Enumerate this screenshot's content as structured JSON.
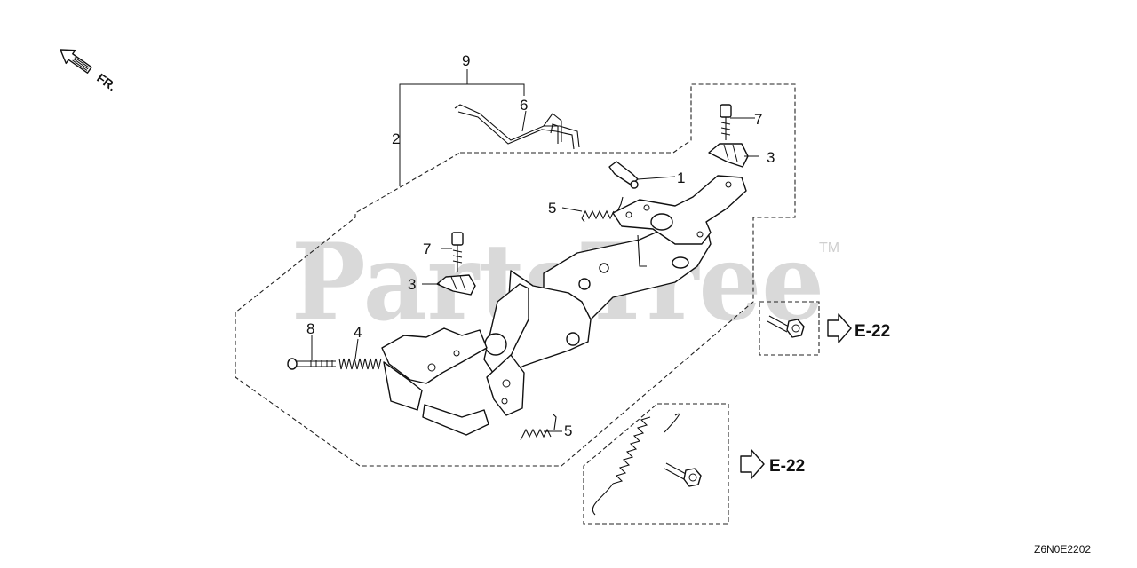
{
  "direction": {
    "label": "FR.",
    "icon": "front-direction-arrow-icon"
  },
  "watermark": {
    "text": "PartsTree",
    "tm": "TM"
  },
  "callouts": [
    "1",
    "2",
    "3",
    "3",
    "4",
    "5",
    "5",
    "6",
    "7",
    "7",
    "8",
    "9"
  ],
  "references": [
    {
      "label": "E-22",
      "icon": "hollow-arrow-icon"
    },
    {
      "label": "E-22",
      "icon": "hollow-arrow-icon"
    }
  ],
  "diagram_code": "Z6N0E2202"
}
